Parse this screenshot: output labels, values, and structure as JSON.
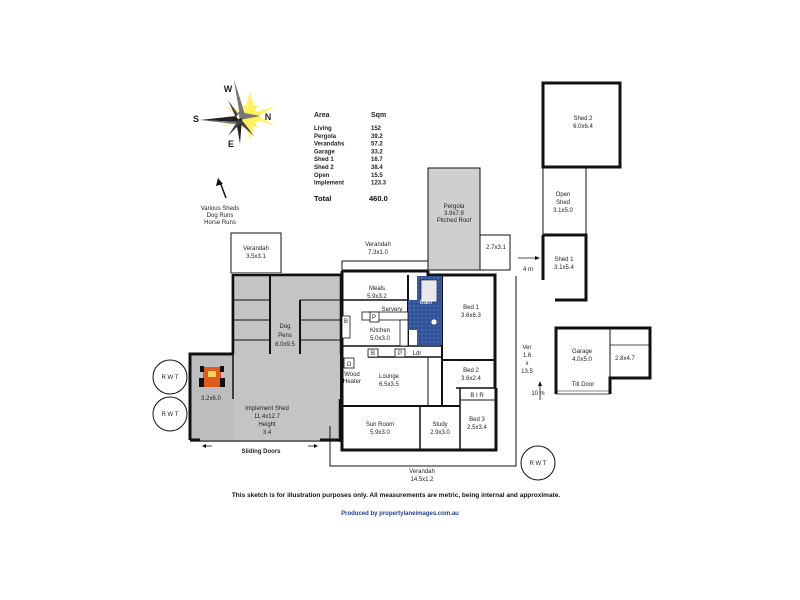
{
  "compass": {
    "w": "W",
    "s": "S",
    "n": "N",
    "e": "E"
  },
  "area_table": {
    "header_area": "Area",
    "header_sqm": "Sqm",
    "rows": [
      {
        "name": "Living",
        "value": "152"
      },
      {
        "name": "Pergola",
        "value": "39.2"
      },
      {
        "name": "Verandahs",
        "value": "57.2"
      },
      {
        "name": "Garage",
        "value": "33.2"
      },
      {
        "name": "Shed 1",
        "value": "16.7"
      },
      {
        "name": "Shed 2",
        "value": "38.4"
      },
      {
        "name": "Open",
        "value": "15.5"
      },
      {
        "name": "Implement",
        "value": "123.3"
      }
    ],
    "total_label": "Total",
    "total_value": "460.0"
  },
  "various": {
    "line1": "Various Sheds",
    "line2": "Dog Runs",
    "line3": "Horse Runs"
  },
  "rooms": {
    "verandah_top_left": {
      "name": "Verandah",
      "dim": "3.5x3.1"
    },
    "verandah_top": {
      "name": "Verandah",
      "dim": "7.3x1.0"
    },
    "pergola": {
      "name": "Pergola",
      "dim": "3.9x7.9",
      "extra": "Pitched Roof"
    },
    "pergola_side": {
      "dim": "2.7x3.1"
    },
    "meals": {
      "name": "Meals",
      "dim": "5.9x3.2"
    },
    "servery": {
      "name": "Servery"
    },
    "kitchen": {
      "name": "Kitchen",
      "dim": "5.0x3.0"
    },
    "bath": {
      "name": "Bath"
    },
    "bed1": {
      "name": "Bed 1",
      "dim": "3.6x6.3"
    },
    "bed2": {
      "name": "Bed 2",
      "dim": "3.6x2.4"
    },
    "bir": {
      "name": "B I R"
    },
    "bed3": {
      "name": "Bed 3",
      "dim": "2.5x3.4"
    },
    "lounge": {
      "name": "Lounge",
      "dim": "6.5x3.5"
    },
    "wood_heater": {
      "line1": "Wood",
      "line2": "Heater"
    },
    "sun_room": {
      "name": "Sun Room",
      "dim": "5.9x3.0"
    },
    "study": {
      "name": "Study",
      "dim": "2.9x3.0"
    },
    "laundry": {
      "name": "Ldr"
    },
    "dog_pens": {
      "name": "Dog",
      "name2": "Pens",
      "dim": "8.0x9.5"
    },
    "implement_shed": {
      "name": "Implement Shed",
      "dim": "11.4x12.7",
      "extra1": "Height",
      "extra2": "3.4"
    },
    "tractor_bay": {
      "dim": "3.2x6.0"
    },
    "sliding_doors": {
      "name": "Sliding Doors"
    },
    "verandah_bottom": {
      "name": "Verandah",
      "dim": "14.5x1.2"
    },
    "shed2": {
      "name": "Shed 2",
      "dim": "6.0x6.4"
    },
    "open_shed": {
      "name": "Open",
      "name2": "Shed",
      "dim": "3.1x5.0"
    },
    "shed1": {
      "name": "Shed 1",
      "dim": "3.1x5.4"
    },
    "garage": {
      "name": "Garage",
      "dim": "4.0x5.0"
    },
    "garage_side": {
      "dim": "2.8x4.7"
    },
    "tilt_door": {
      "name": "Tilt Door"
    },
    "ver_side": {
      "l1": "Ver",
      "l2": "1.6",
      "l3": "x",
      "l4": "13.5"
    }
  },
  "measurements": {
    "four_m": "4 m",
    "ten_m": "10 m"
  },
  "rwt": "R W T",
  "fixtures": {
    "b": "B",
    "p": "P",
    "o": "O"
  },
  "disclaimer": "This sketch is for illustration purposes only. All measurements are metric, being internal and approximate.",
  "credit": "Produced by propertylaneimages.com.au"
}
